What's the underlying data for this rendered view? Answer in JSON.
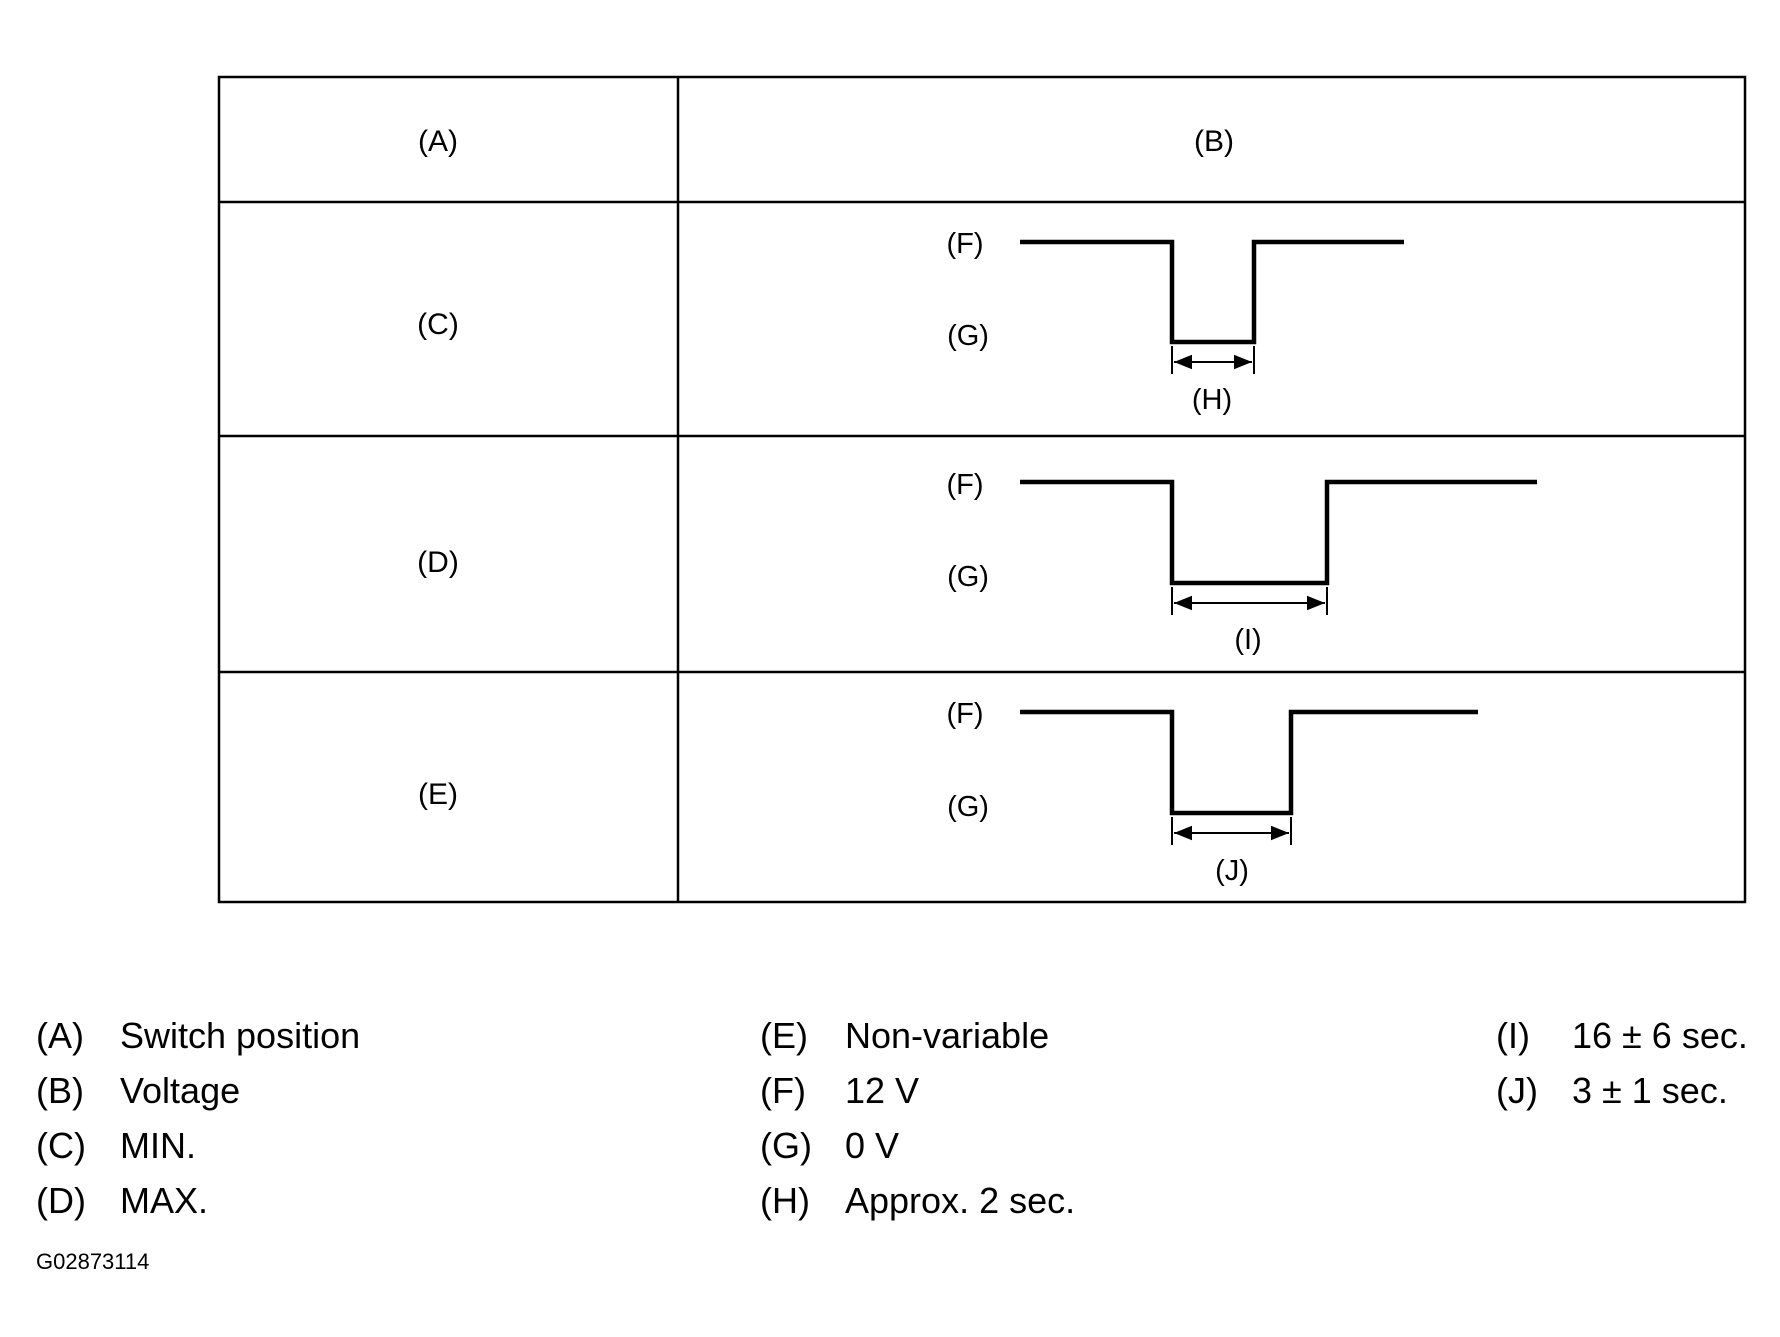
{
  "table": {
    "header": {
      "col_a": "(A)",
      "col_b": "(B)"
    },
    "rows": [
      {
        "position": "(C)",
        "high_label": "(F)",
        "low_label": "(G)",
        "duration_label": "(H)"
      },
      {
        "position": "(D)",
        "high_label": "(F)",
        "low_label": "(G)",
        "duration_label": "(I)"
      },
      {
        "position": "(E)",
        "high_label": "(F)",
        "low_label": "(G)",
        "duration_label": "(J)"
      }
    ]
  },
  "legend": [
    {
      "code": "(A)",
      "text": "Switch position"
    },
    {
      "code": "(B)",
      "text": "Voltage"
    },
    {
      "code": "(C)",
      "text": "MIN."
    },
    {
      "code": "(D)",
      "text": "MAX."
    },
    {
      "code": "(E)",
      "text": "Non-variable"
    },
    {
      "code": "(F)",
      "text": "12 V"
    },
    {
      "code": "(G)",
      "text": "0 V"
    },
    {
      "code": "(H)",
      "text": "Approx. 2 sec."
    },
    {
      "code": "(I)",
      "text": "16 ± 6 sec."
    },
    {
      "code": "(J)",
      "text": "3 ± 1 sec."
    }
  ],
  "figure_id": "G02873114"
}
